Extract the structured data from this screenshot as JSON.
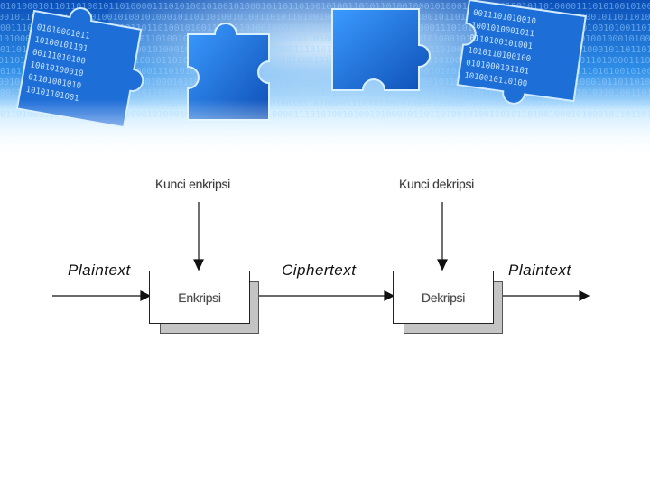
{
  "banner": {
    "colors": {
      "sky": "#0a4fb8",
      "glow": "#bfe6ff",
      "piece": "#1e78e0",
      "fade": "#ffffff"
    },
    "binary_rows": [
      "0101000101101",
      "1010010110100",
      "0011101010010",
      "1001010001011",
      "0110100101001",
      "1010110100100"
    ]
  },
  "diagram": {
    "key_encrypt": "Kunci enkripsi",
    "key_decrypt": "Kunci dekripsi",
    "plaintext_in": "Plaintext",
    "ciphertext": "Ciphertext",
    "plaintext_out": "Plaintext",
    "box_encrypt": "Enkripsi",
    "box_decrypt": "Dekripsi"
  }
}
